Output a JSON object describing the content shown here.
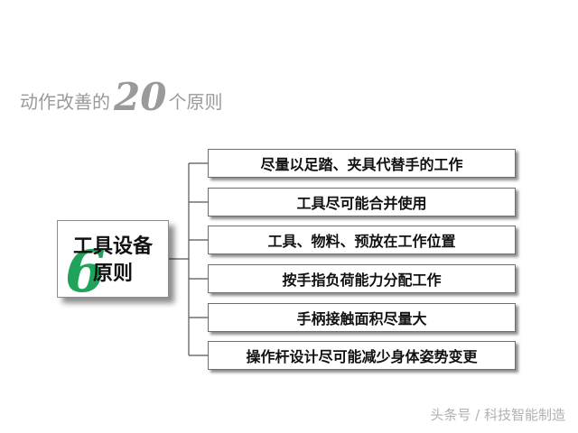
{
  "heading": {
    "prefix": "动作改善的",
    "number": "20",
    "suffix": "个原则"
  },
  "main_box": {
    "title": "工具设备\n原则",
    "number": "6",
    "number_color": "#1fa35a"
  },
  "items": [
    "尽量以足踏、夹具代替手的工作",
    "工具尽可能合并使用",
    "工具、物料、预放在工作位置",
    "按手指负荷能力分配工作",
    "手柄接触面积尽量大",
    "操作杆设计尽可能减少身体姿势变更"
  ],
  "watermark": "头条号 / 科技智能制造"
}
